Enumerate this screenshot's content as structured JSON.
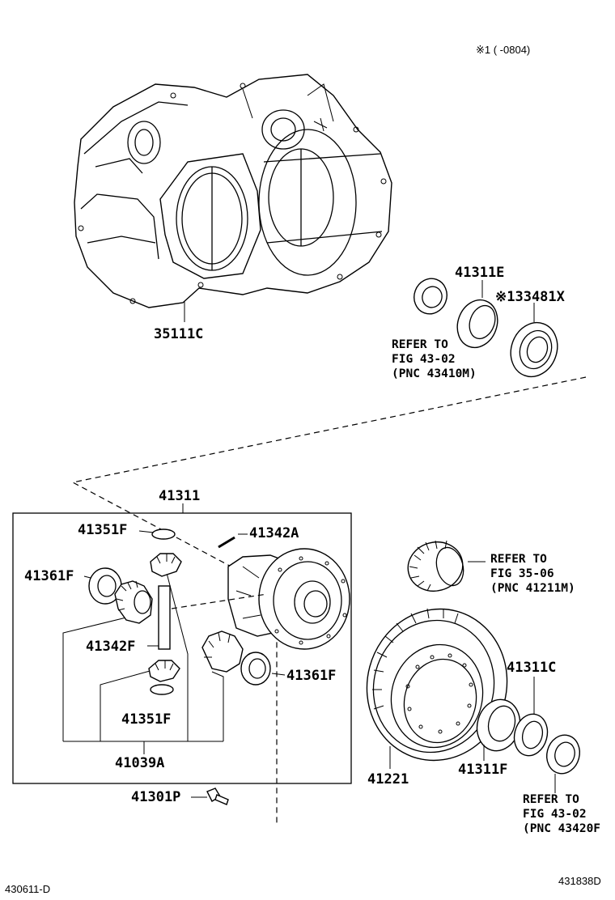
{
  "header": {
    "note": "※1 (    -0804)"
  },
  "labels": {
    "p35111c": "35111C",
    "p41311e": "41311E",
    "p33481x": "※133481X",
    "p41311": "41311",
    "p41351f_top": "41351F",
    "p41342a": "41342A",
    "p41361f_left": "41361F",
    "p41342f": "41342F",
    "p41361f_right": "41361F",
    "p41351f_bottom": "41351F",
    "p41039a": "41039A",
    "p41301p": "41301P",
    "p41221": "41221",
    "p41311c": "41311C",
    "p41311f": "41311F"
  },
  "refs": {
    "ref1": {
      "line1": "REFER TO",
      "line2": "FIG 43-02",
      "line3": "(PNC 43410M)"
    },
    "ref2": {
      "line1": "REFER TO",
      "line2": "FIG 35-06",
      "line3": "(PNC 41211M)"
    },
    "ref3": {
      "line1": "REFER TO",
      "line2": "FIG 43-02",
      "line3": "(PNC 43420F"
    }
  },
  "footer": {
    "left_code": "430611-D",
    "right_code": "431838D"
  }
}
